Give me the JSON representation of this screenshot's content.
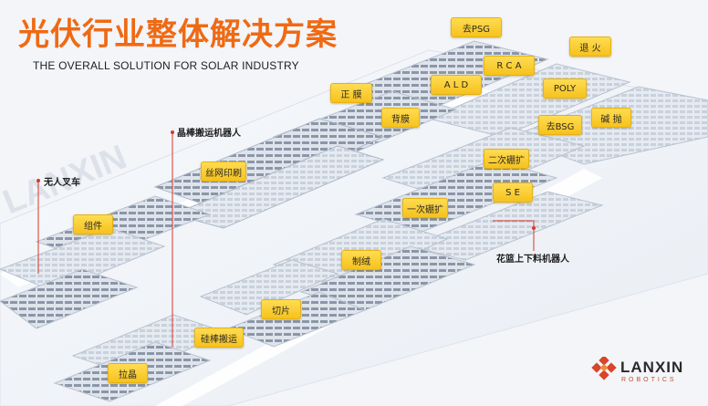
{
  "title_cn": "光伏行业整体解决方案",
  "title_en": "THE OVERALL SOLUTION FOR SOLAR INDUSTRY",
  "colors": {
    "title": "#ef6a14",
    "tag": "#f6c21d",
    "callout_line": "#d9362b"
  },
  "stations": {
    "psg": "去PSG",
    "rca": "R C A",
    "anneal": "退 火",
    "ald": "A L D",
    "poly": "POLY",
    "front_coat": "正 膜",
    "back_coat": "背膜",
    "bsg": "去BSG",
    "alkali": "碱 抛",
    "screen_print": "丝网印刷",
    "second_diff": "二次硼扩",
    "se": "S E",
    "first_diff": "一次硼扩",
    "module": "组件",
    "texture": "制绒",
    "slicing": "切片",
    "rod_handling": "硅棒搬运",
    "crystal_pull": "拉晶"
  },
  "callouts": {
    "rod_robot": "晶棒搬运机器人",
    "forklift": "无人叉车",
    "basket_robot": "花篮上下料机器人"
  },
  "brand": {
    "name": "LANXIN",
    "sub": "ROBOTICS",
    "watermark": "LANXIN"
  }
}
